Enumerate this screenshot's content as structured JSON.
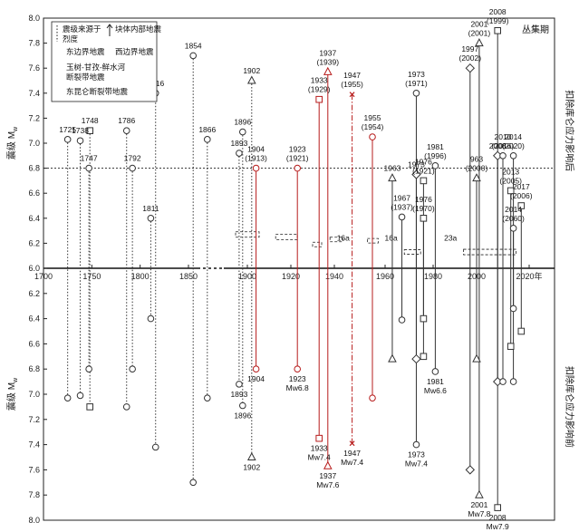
{
  "chart_data": {
    "type": "scatter",
    "ylabel_top": "震级 M",
    "ylabel_top_sub": "w",
    "ylabel_bottom": "震级 M",
    "ylabel_bottom_sub": "w",
    "right_label_top": "扣除库仑应力影响后",
    "right_label_bottom": "扣除库仑应力影响前",
    "corner_note": "丛集期",
    "xlim": [
      1700,
      2030
    ],
    "ylim_top": [
      6.0,
      8.0
    ],
    "ylim_bottom": [
      6.0,
      8.0
    ],
    "x_ticks": [
      "1700",
      "1750",
      "1800",
      "1850",
      "1900",
      "1920",
      "1940",
      "1960",
      "1980",
      "2000",
      "2020年"
    ],
    "x_tick_values": [
      1700,
      1750,
      1800,
      1850,
      1900,
      1920,
      1940,
      1960,
      1980,
      2000,
      2020
    ],
    "y_ticks_top": [
      "6.0",
      "6.2",
      "6.4",
      "6.6",
      "6.8",
      "7.0",
      "7.2",
      "7.4",
      "7.6",
      "7.8",
      "8.0"
    ],
    "y_ticks_bottom": [
      "6.0",
      "6.2",
      "6.4",
      "6.6",
      "6.8",
      "7.0",
      "7.2",
      "7.4",
      "7.6",
      "7.8",
      "8.0"
    ],
    "threshold": 6.8,
    "legend": {
      "title_a": "震级来源于",
      "title_b": "烈度",
      "title_c": "块体内部地震",
      "items": [
        {
          "marker": "square",
          "label": "东边界地震"
        },
        {
          "marker": "diamond",
          "label": "西边界地震"
        },
        {
          "marker": "circle",
          "label": "玉树-甘孜-鲜水河断裂带地震"
        },
        {
          "marker": "triangle",
          "label": "东昆仑断裂带地震"
        }
      ]
    },
    "quiescence": [
      {
        "label": "16a",
        "x": 1943.5
      },
      {
        "label": "16a",
        "x": 1962.5
      },
      {
        "label": "23a",
        "x": 1988
      }
    ],
    "events": [
      {
        "x": 1725,
        "top": 7.03,
        "bot": 7.03,
        "m": "circle",
        "style": "dotted",
        "color": "#333333",
        "label_top": "1725"
      },
      {
        "x": 1738,
        "top": 7.02,
        "bot": 7.01,
        "m": "circle",
        "style": "dotted",
        "color": "#333333",
        "label_top": "1738"
      },
      {
        "x": 1747,
        "top": 6.8,
        "bot": 6.8,
        "m": "circle",
        "style": "dotted",
        "color": "#333333",
        "label_top": "1747"
      },
      {
        "x": 1748,
        "top": 7.1,
        "bot": 7.1,
        "m": "square",
        "style": "dotted",
        "color": "#333333",
        "label_top": "1748"
      },
      {
        "x": 1786,
        "top": 7.1,
        "bot": 7.1,
        "m": "circle",
        "style": "dotted",
        "color": "#333333",
        "label_top": "1786"
      },
      {
        "x": 1792,
        "top": 6.8,
        "bot": 6.8,
        "m": "circle",
        "style": "dotted",
        "color": "#333333",
        "label_top": "1792"
      },
      {
        "x": 1811,
        "top": 6.4,
        "bot": 6.4,
        "m": "circle",
        "style": "dotted",
        "color": "#333333",
        "label_top": "1811"
      },
      {
        "x": 1816,
        "top": 7.4,
        "bot": 7.42,
        "m": "circle",
        "style": "dotted",
        "color": "#333333",
        "label_top": "1816"
      },
      {
        "x": 1854,
        "top": 7.7,
        "bot": 7.7,
        "m": "circle",
        "style": "dotted",
        "color": "#333333",
        "label_top": "1854"
      },
      {
        "x": 1866,
        "top": 7.03,
        "bot": 7.03,
        "m": "circle",
        "style": "dotted",
        "color": "#333333",
        "label_top": "1866"
      },
      {
        "x": 1893,
        "top": 6.92,
        "bot": 6.92,
        "m": "circle",
        "style": "dotted",
        "color": "#333333",
        "label_top": "1893",
        "label_bot": "1893"
      },
      {
        "x": 1896,
        "top": 7.09,
        "bot": 7.09,
        "m": "circle",
        "style": "dotted",
        "color": "#333333",
        "label_top": "1896",
        "label_bot": "1896"
      },
      {
        "x": 1902,
        "top": 7.5,
        "bot": 7.5,
        "m": "triangle",
        "style": "dotted",
        "color": "#333333",
        "label_top": "1902",
        "label_bot": "1902"
      },
      {
        "x": 1904,
        "top": 6.8,
        "bot": 6.8,
        "m": "circle",
        "style": "solid",
        "color": "#b71c1c",
        "label_top": "1904",
        "label_top2": "(1913)",
        "label_bot": "1904"
      },
      {
        "x": 1923,
        "top": 6.8,
        "bot": 6.8,
        "m": "circle",
        "style": "solid",
        "color": "#b71c1c",
        "label_top": "1923",
        "label_top2": "(1921)",
        "label_bot": "1923",
        "label_bot2": "Mw6.8"
      },
      {
        "x": 1933,
        "top": 7.35,
        "bot": 7.35,
        "m": "square",
        "style": "solid",
        "color": "#b71c1c",
        "label_top": "1933",
        "label_top2": "(1929)",
        "label_bot": "1933",
        "label_bot2": "Mw7.4"
      },
      {
        "x": 1937,
        "top": 7.57,
        "bot": 7.57,
        "m": "triangle",
        "style": "solid",
        "color": "#b71c1c",
        "label_top": "1937",
        "label_top2": "(1939)",
        "label_bot": "1937",
        "label_bot2": "Mw7.6"
      },
      {
        "x": 1947,
        "top": 7.39,
        "bot": 7.39,
        "m": "cross",
        "style": "dashdot",
        "color": "#b71c1c",
        "label_top": "1947",
        "label_top2": "(1955)",
        "label_bot": "1947",
        "label_bot2": "Mw7.4"
      },
      {
        "x": 1955,
        "top": 7.05,
        "bot": 7.03,
        "m": "circle",
        "style": "solid",
        "color": "#b71c1c",
        "label_top": "1955",
        "label_top2": "(1954)"
      },
      {
        "x": 1967,
        "top": 6.41,
        "bot": 6.41,
        "m": "circle",
        "style": "solid",
        "color": "#333333",
        "label_top": "1967",
        "label_top2": "(1937)"
      },
      {
        "x": 1976,
        "top": 6.7,
        "bot": 6.7,
        "m": "square",
        "style": "solid",
        "color": "#333333",
        "label_top": "1976",
        "label_top2": "(1921)"
      },
      {
        "x": 1973,
        "top": 7.4,
        "bot": 7.4,
        "m": "circle",
        "style": "solid",
        "color": "#333333",
        "label_top": "1973",
        "label_top2": "(1971)",
        "label_bot": "1973",
        "label_bot2": "Mw7.4"
      },
      {
        "x": 1973,
        "top": 6.75,
        "bot": 6.72,
        "m": "diamond",
        "style": "solid",
        "color": "#333333",
        "label_top": "1973"
      },
      {
        "x": 1976,
        "top": 6.4,
        "bot": 6.4,
        "m": "square",
        "style": "solid",
        "color": "#333333",
        "label_top": "1976",
        "label_top2": "(1970)"
      },
      {
        "x": 1981,
        "top": 6.82,
        "bot": 6.82,
        "m": "circle",
        "style": "solid",
        "color": "#333333",
        "label_top": "1981",
        "label_top2": "(1996)",
        "label_bot": "1981",
        "label_bot2": "Mw6.6"
      },
      {
        "x": 1963,
        "top": 6.72,
        "bot": 6.72,
        "m": "triangle",
        "style": "solid",
        "color": "#333333",
        "label_top": "1963"
      },
      {
        "x": 1997,
        "top": 7.6,
        "bot": 7.6,
        "m": "diamond",
        "style": "solid",
        "color": "#333333",
        "label_top": "1997",
        "label_top2": "(2002)"
      },
      {
        "x": 2001,
        "top": 7.8,
        "bot": 7.8,
        "m": "triangle",
        "style": "solid",
        "color": "#333333",
        "label_top": "2001",
        "label_top2": "(2001)",
        "label_bot": "2001",
        "label_bot2": "Mw7.8"
      },
      {
        "x": 2008,
        "top": 7.9,
        "bot": 7.9,
        "m": "square",
        "style": "solid",
        "color": "#333333",
        "label_top": "2008",
        "label_top2": "(1999)",
        "label_bot": "2008",
        "label_bot2": "Mw7.9"
      },
      {
        "x": 2008,
        "top": 6.9,
        "bot": 6.9,
        "m": "diamond",
        "style": "solid",
        "color": "#333333",
        "label_top": "2008"
      },
      {
        "x": 2000,
        "top": 6.72,
        "bot": 6.72,
        "m": "triangle",
        "style": "solid",
        "color": "#333333",
        "label_top": "963",
        "label_top2": "(2000)"
      },
      {
        "x": 2013,
        "top": 6.62,
        "bot": 6.62,
        "m": "square",
        "style": "solid",
        "color": "#333333",
        "label_top": "2013",
        "label_top2": "(2005)"
      },
      {
        "x": 2017,
        "top": 6.5,
        "bot": 6.5,
        "m": "square",
        "style": "solid",
        "color": "#333333",
        "label_top": "2017",
        "label_top2": "(2006)"
      },
      {
        "x": 2010,
        "top": 6.9,
        "bot": 6.9,
        "m": "circle",
        "style": "solid",
        "color": "#333333",
        "label_top": "2010",
        "label_top2": "(2016)"
      },
      {
        "x": 2014,
        "top": 6.9,
        "bot": 6.9,
        "m": "circle",
        "style": "solid",
        "color": "#333333",
        "label_top": "2014",
        "label_top2": "(2020)"
      },
      {
        "x": 2014,
        "top": 6.32,
        "bot": 6.32,
        "m": "circle",
        "style": "solid",
        "color": "#333333",
        "label_top": "2014",
        "label_top2": "(2060)"
      }
    ]
  }
}
